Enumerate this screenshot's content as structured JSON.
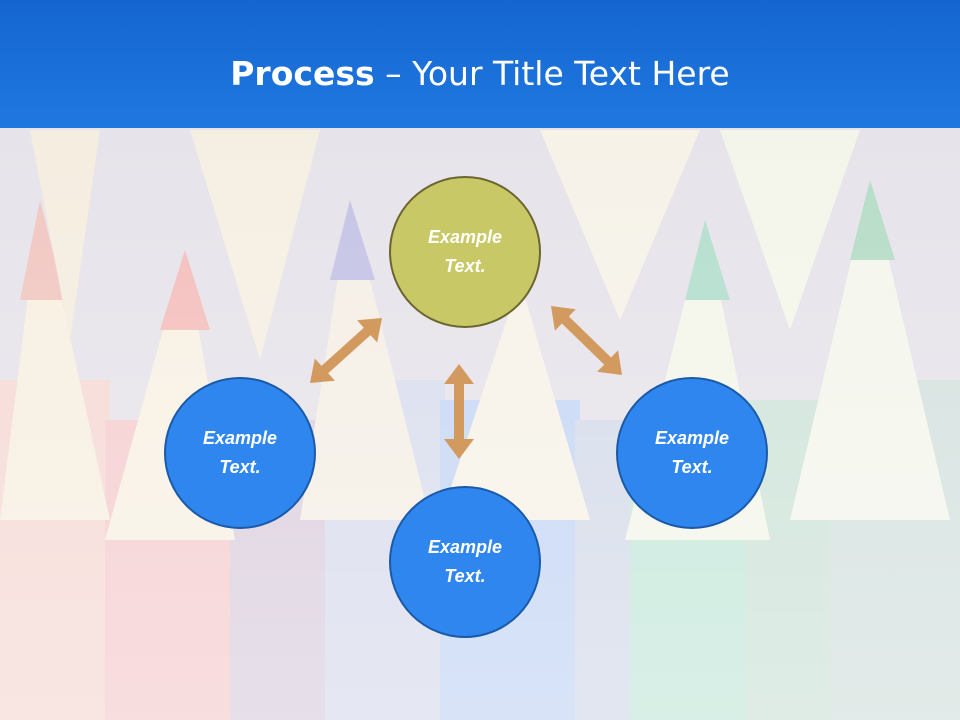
{
  "header": {
    "title_bold": "Process",
    "title_rest": " – Your Title Text Here"
  },
  "diagram": {
    "nodes": [
      {
        "id": "top",
        "label": "Example Text.",
        "color": "#c8c866",
        "border": "#6b6630"
      },
      {
        "id": "left",
        "label": "Example Text.",
        "color": "#2f86ef",
        "border": "#1a5aa8"
      },
      {
        "id": "bottom",
        "label": "Example Text.",
        "color": "#2f86ef",
        "border": "#1a5aa8"
      },
      {
        "id": "right",
        "label": "Example Text.",
        "color": "#2f86ef",
        "border": "#1a5aa8"
      }
    ],
    "arrow_color": "#d39a5f"
  }
}
